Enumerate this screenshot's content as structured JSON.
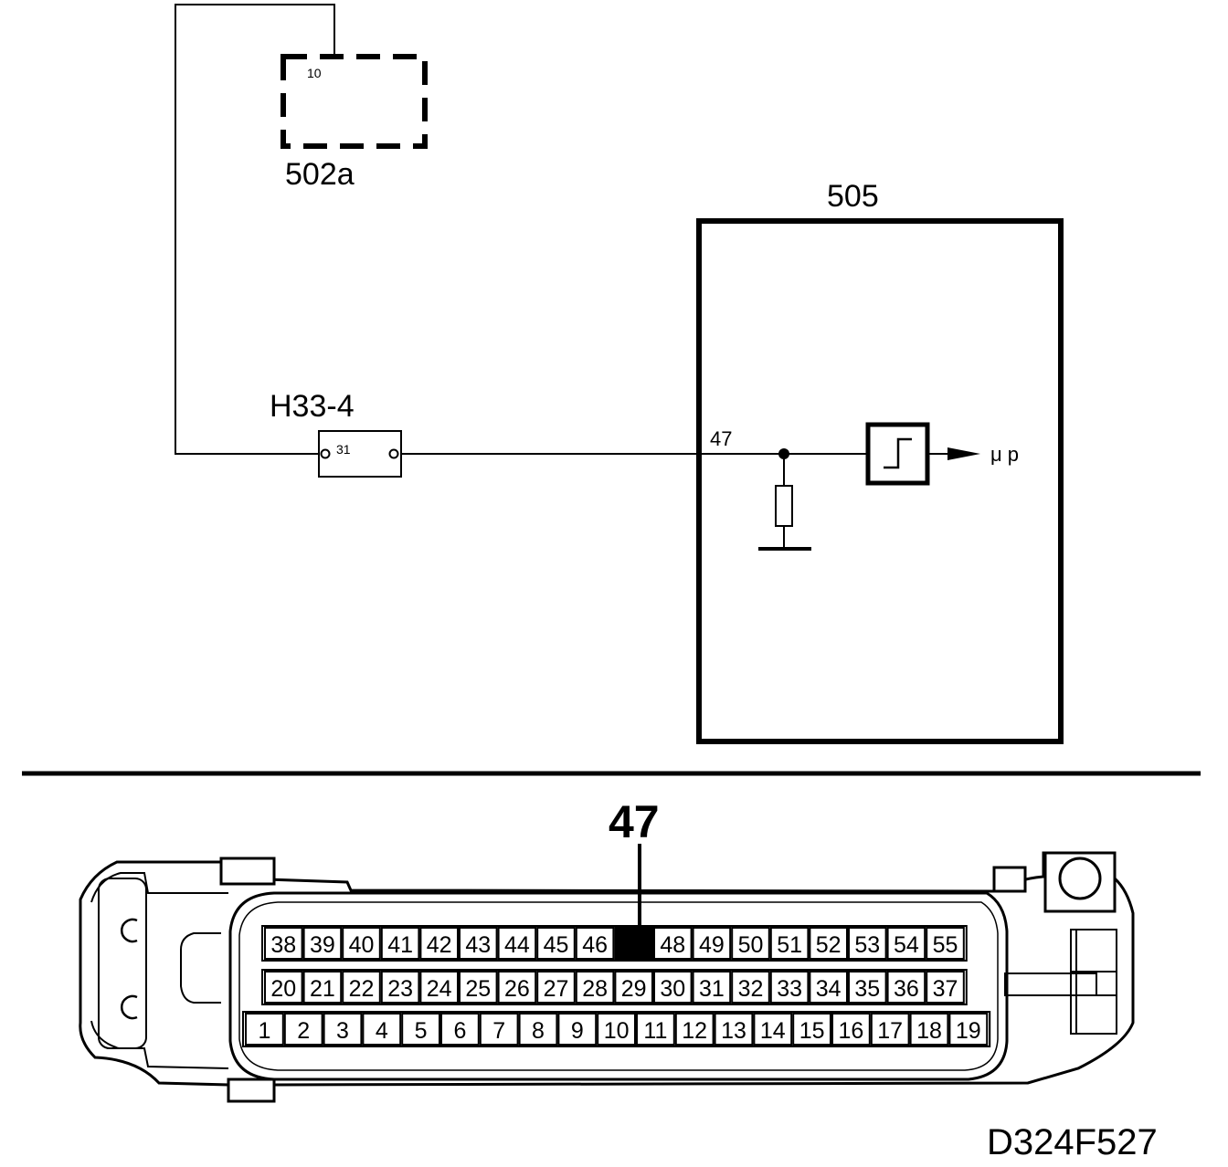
{
  "diagram": {
    "component_502a": {
      "label": "502a",
      "pin": "10"
    },
    "component_505": {
      "label": "505",
      "pin": "47",
      "output_label": "μ p"
    },
    "connector_h33": {
      "label": "H33-4",
      "pin": "31"
    },
    "ecu_connector": {
      "highlight_label": "47",
      "highlighted_pin": "47",
      "row_top": [
        "38",
        "39",
        "40",
        "41",
        "42",
        "43",
        "44",
        "45",
        "46",
        "47",
        "48",
        "49",
        "50",
        "51",
        "52",
        "53",
        "54",
        "55"
      ],
      "row_middle": [
        "20",
        "21",
        "22",
        "23",
        "24",
        "25",
        "26",
        "27",
        "28",
        "29",
        "30",
        "31",
        "32",
        "33",
        "34",
        "35",
        "36",
        "37"
      ],
      "row_bottom": [
        "1",
        "2",
        "3",
        "4",
        "5",
        "6",
        "7",
        "8",
        "9",
        "10",
        "11",
        "12",
        "13",
        "14",
        "15",
        "16",
        "17",
        "18",
        "19"
      ]
    },
    "figure_ref": "D324F527"
  }
}
